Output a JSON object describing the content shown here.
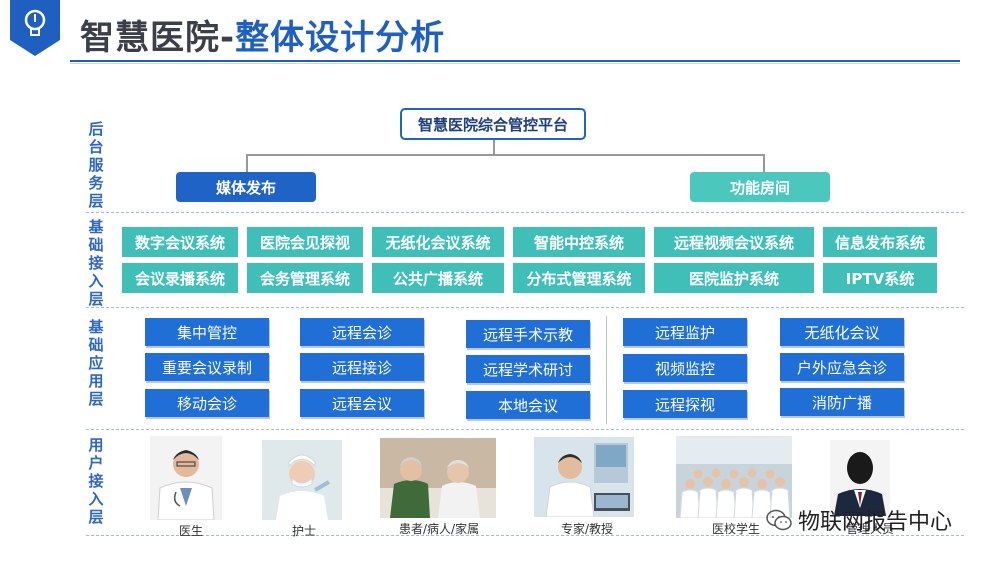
{
  "header": {
    "title_part1": "智慧医院-",
    "title_part2": "整体设计分析"
  },
  "layers": {
    "backend": "后台服务层",
    "access": "基础接入层",
    "app": "基础应用层",
    "user": "用户接入层"
  },
  "backend": {
    "platform": "智慧医院综合管控平台",
    "left": "媒体发布",
    "right": "功能房间"
  },
  "access_row1": [
    "数字会议系统",
    "医院会见探视",
    "无纸化会议系统",
    "智能中控系统",
    "远程视频会议系统",
    "信息发布系统"
  ],
  "access_row2": [
    "会议录播系统",
    "会务管理系统",
    "公共广播系统",
    "分布式管理系统",
    "医院监护系统",
    "IPTV系统"
  ],
  "apps": {
    "col1": [
      "集中管控",
      "重要会议录制",
      "移动会诊"
    ],
    "col2": [
      "远程会诊",
      "远程接诊",
      "远程会议"
    ],
    "col3": [
      "远程手术示教",
      "远程学术研讨",
      "本地会议"
    ],
    "col4": [
      "远程监护",
      "视频监控",
      "远程探视"
    ],
    "col5": [
      "无纸化会议",
      "户外应急会诊",
      "消防广播"
    ]
  },
  "users": [
    "医生",
    "护士",
    "患者/病人/家属",
    "专家/教授",
    "医校学生",
    "管理人员"
  ],
  "watermark": "物联网报告中心",
  "icons": {
    "badge": "lightbulb-icon",
    "watermark": "wechat-icon"
  },
  "colors": {
    "primary_blue": "#1f63c6",
    "teal": "#3fbfb7",
    "title_gray": "#3b3f4a"
  }
}
